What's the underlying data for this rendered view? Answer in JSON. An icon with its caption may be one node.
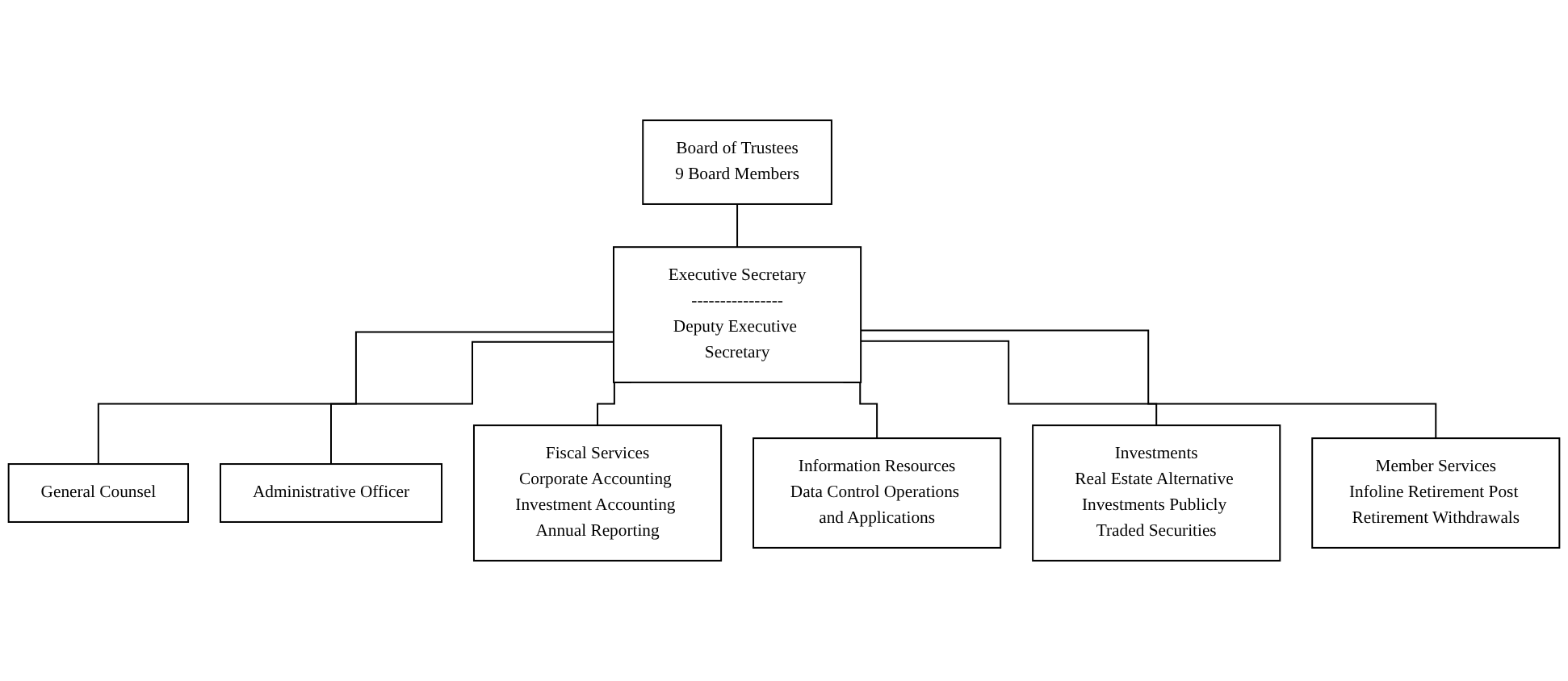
{
  "diagram": {
    "nodes": [
      {
        "text": [
          "Board of Trustees",
          "9 Board Members"
        ]
      },
      {
        "text": [
          "General Counsel"
        ]
      },
      {
        "text": [
          "Executive Secretary",
          "----------------",
          "Deputy Executive Secretary"
        ]
      },
      {
        "text": [
          "Administrative Officer"
        ]
      },
      {
        "text": [
          "Fiscal Services",
          "Corporate Accounting Investment Accounting Annual Reporting"
        ]
      },
      {
        "text": [
          "Information Resources",
          "Data Control Operations and Applications"
        ]
      },
      {
        "text": [
          "Investments",
          "Real Estate Alternative Investments Publicly Traded Securities"
        ]
      },
      {
        "text": [
          "Member Services",
          "Infoline Retirement Post Retirement Withdrawals"
        ]
      }
    ],
    "edges": [
      {
        "from": 0,
        "to": 2,
        "arrow": "none"
      },
      {
        "from": 2,
        "to": 1,
        "arrow": "none"
      },
      {
        "from": 2,
        "to": 3,
        "arrow": "none"
      },
      {
        "from": 2,
        "to": 4,
        "arrow": "none"
      },
      {
        "from": 2,
        "to": 5,
        "arrow": "none"
      },
      {
        "from": 2,
        "to": 6,
        "arrow": "none"
      },
      {
        "from": 2,
        "to": 7,
        "arrow": "none"
      }
    ]
  }
}
